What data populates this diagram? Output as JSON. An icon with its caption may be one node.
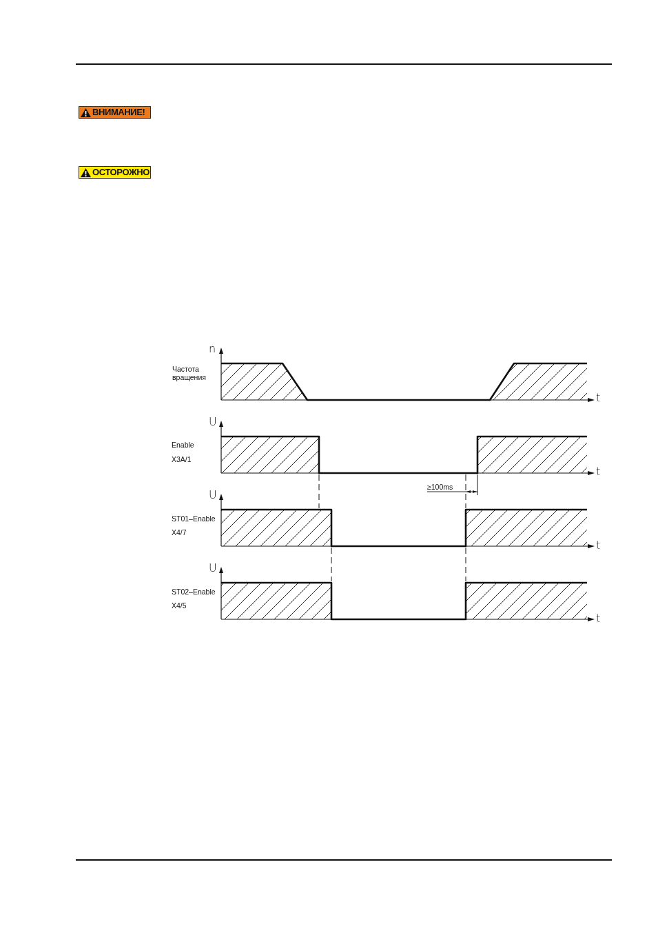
{
  "diagram": {
    "labels": [
      "ВНИМАНИЕ!",
      "ОСТОРОЖНО",
      "n",
      "Частота вращения",
      "t",
      "U",
      "Enable",
      "X3A/1",
      "t",
      "≥100ms",
      "U",
      "ST01–Enable",
      "X4/7",
      "t",
      "U",
      "ST02–Enable",
      "X4/5",
      "t"
    ]
  }
}
